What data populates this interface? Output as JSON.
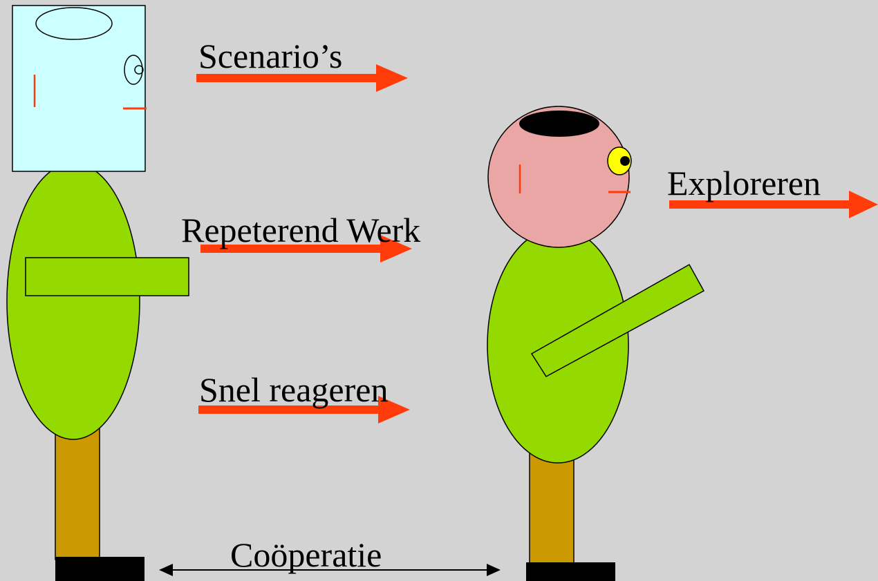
{
  "labels": {
    "scenarios": "Scenario’s",
    "repetitive_work": "Repeterend Werk",
    "react_fast": "Snel reageren",
    "explore": "Exploreren",
    "cooperation": "Coöperatie"
  },
  "colors": {
    "background": "#d3d3d3",
    "arrow": "#ff3c0a",
    "body": "#94d900",
    "leg": "#cc9900",
    "robot_head": "#ccffff",
    "human_head": "#eaa5a5",
    "eye": "#ffff00",
    "black": "#000000"
  }
}
